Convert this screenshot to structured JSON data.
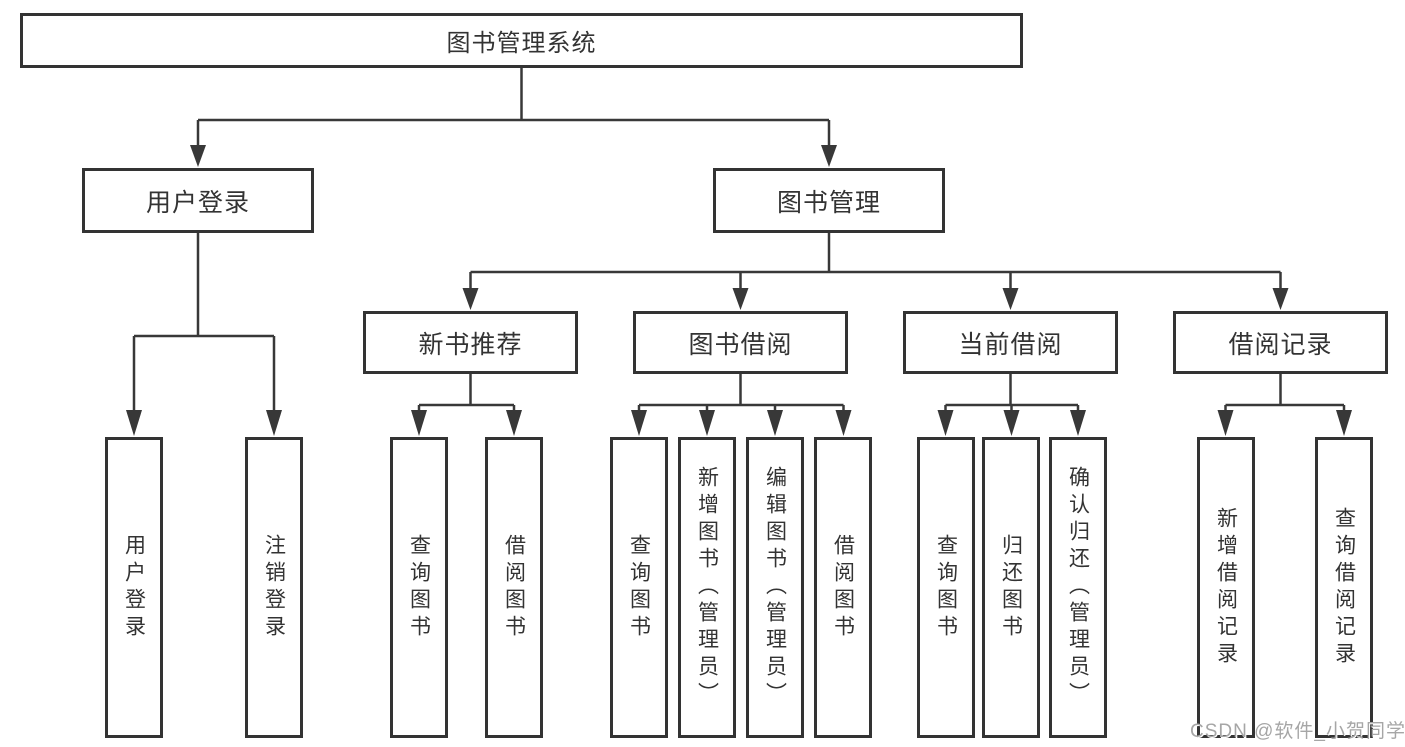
{
  "diagram": {
    "root": {
      "label": "图书管理系统"
    },
    "level2": [
      {
        "label": "用户登录"
      },
      {
        "label": "图书管理"
      }
    ],
    "level3": [
      {
        "label": "新书推荐"
      },
      {
        "label": "图书借阅"
      },
      {
        "label": "当前借阅"
      },
      {
        "label": "借阅记录"
      }
    ],
    "leaves": [
      {
        "label": "用户登录"
      },
      {
        "label": "注销登录"
      },
      {
        "label": "查询图书"
      },
      {
        "label": "借阅图书"
      },
      {
        "label": "查询图书"
      },
      {
        "label": "新增图书（管理员）"
      },
      {
        "label": "编辑图书（管理员）"
      },
      {
        "label": "借阅图书"
      },
      {
        "label": "查询图书"
      },
      {
        "label": "归还图书"
      },
      {
        "label": "确认归还（管理员）"
      },
      {
        "label": "新增借阅记录"
      },
      {
        "label": "查询借阅记录"
      }
    ],
    "colors": {
      "line": "#383838",
      "text": "#333333",
      "background": "#ffffff",
      "watermark": "#a6a6a6"
    }
  },
  "watermark": {
    "text": "CSDN @软件_小贺同学"
  }
}
